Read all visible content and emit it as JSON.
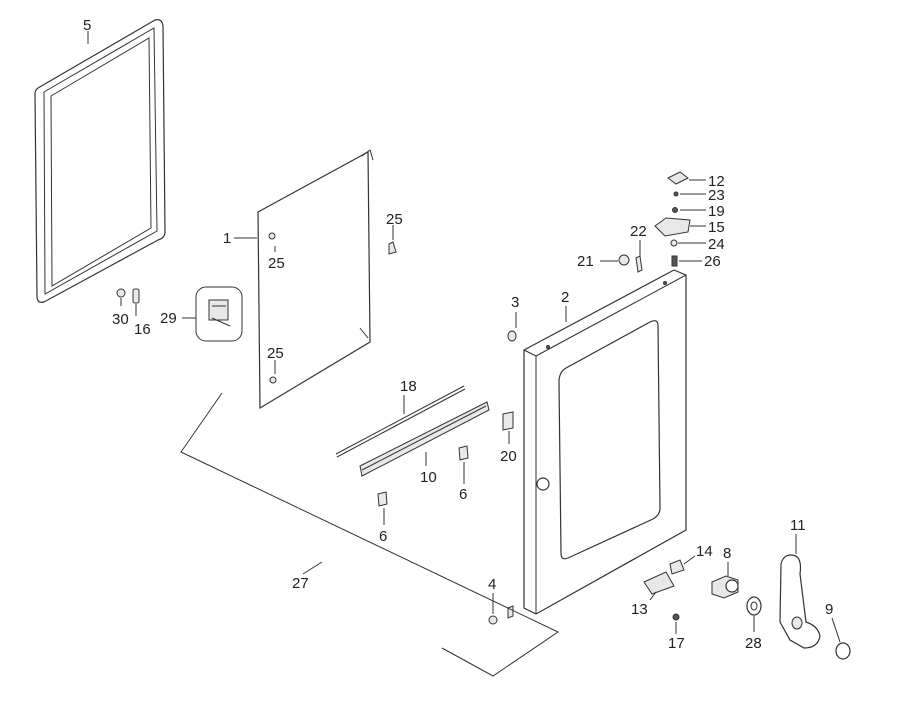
{
  "labels": {
    "p1": "1",
    "p2": "2",
    "p3": "3",
    "p4": "4",
    "p5": "5",
    "p6a": "6",
    "p6b": "6",
    "p8": "8",
    "p9": "9",
    "p10": "10",
    "p11": "11",
    "p12": "12",
    "p13": "13",
    "p14": "14",
    "p15": "15",
    "p16": "16",
    "p17": "17",
    "p18": "18",
    "p19": "19",
    "p20": "20",
    "p21": "21",
    "p22": "22",
    "p23": "23",
    "p24": "24",
    "p25a": "25",
    "p25b": "25",
    "p25c": "25",
    "p26": "26",
    "p27": "27",
    "p28": "28",
    "p29": "29",
    "p30": "30"
  }
}
